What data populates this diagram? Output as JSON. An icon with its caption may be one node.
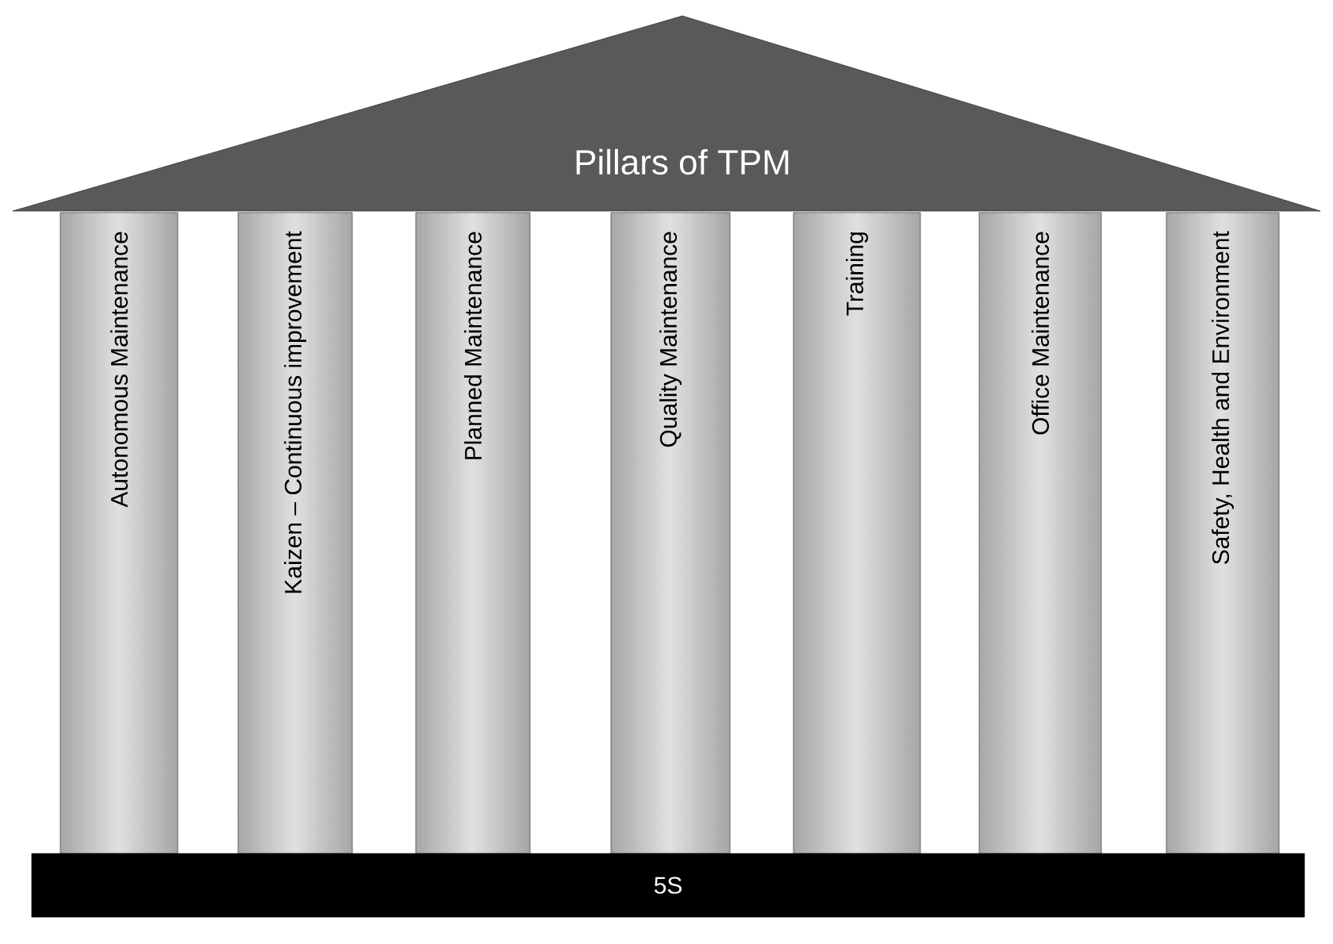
{
  "diagram": {
    "title": "Pillars of TPM",
    "nodes": [
      {
        "text": [
          "Autonomous Maintenance"
        ]
      },
      {
        "text": [
          "Kaizen – Continuous improvement"
        ]
      },
      {
        "text": [
          "Planned Maintenance"
        ]
      },
      {
        "text": [
          "Quality Maintenance"
        ]
      },
      {
        "text": [
          "Training"
        ]
      },
      {
        "text": [
          "Office Maintenance"
        ]
      },
      {
        "text": [
          "Safety, Health and Environment"
        ]
      },
      {
        "text": [
          "5S"
        ]
      }
    ]
  }
}
